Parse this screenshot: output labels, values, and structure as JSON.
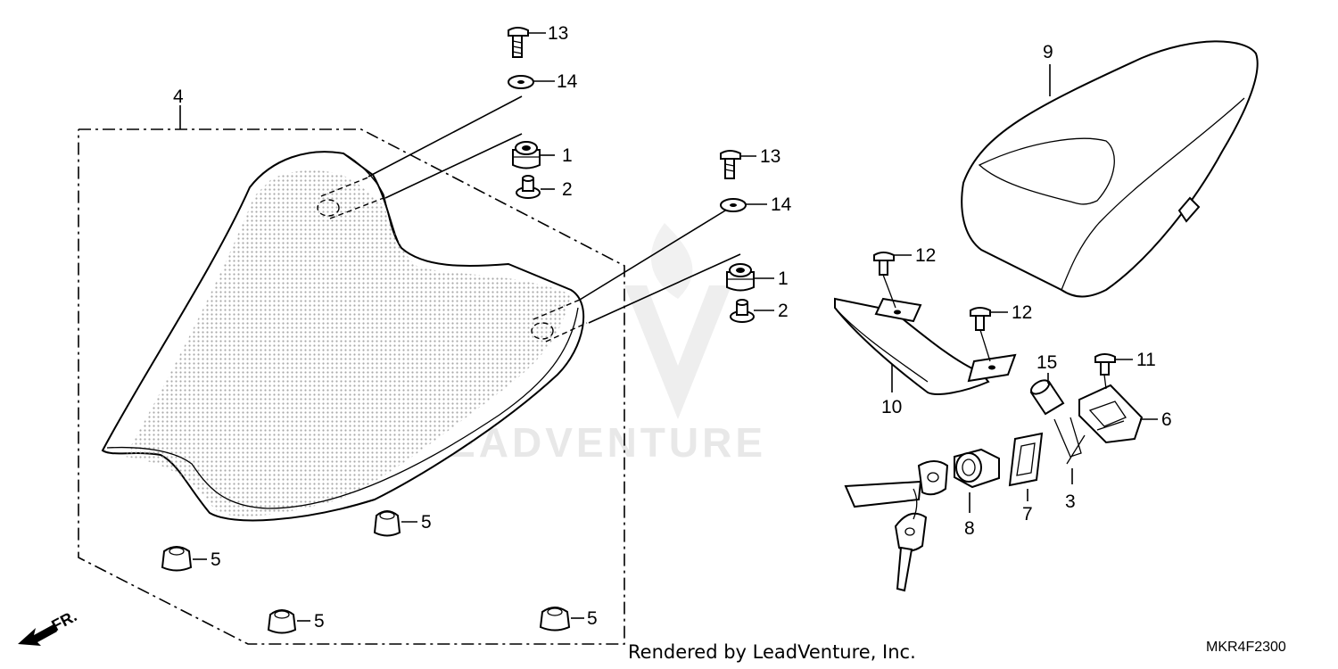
{
  "diagram": {
    "callouts": {
      "c1a": "1",
      "c2a": "2",
      "c1b": "1",
      "c2b": "2",
      "c3": "3",
      "c4": "4",
      "c5a": "5",
      "c5b": "5",
      "c5c": "5",
      "c5d": "5",
      "c6": "6",
      "c7": "7",
      "c8": "8",
      "c9": "9",
      "c10": "10",
      "c11": "11",
      "c12a": "12",
      "c12b": "12",
      "c13a": "13",
      "c13b": "13",
      "c14a": "14",
      "c14b": "14",
      "c15": "15"
    },
    "front_indicator": "FR.",
    "credit": "Rendered by LeadVenture, Inc.",
    "diagram_code": "MKR4F2300",
    "watermark": "LEADVENTURE"
  }
}
